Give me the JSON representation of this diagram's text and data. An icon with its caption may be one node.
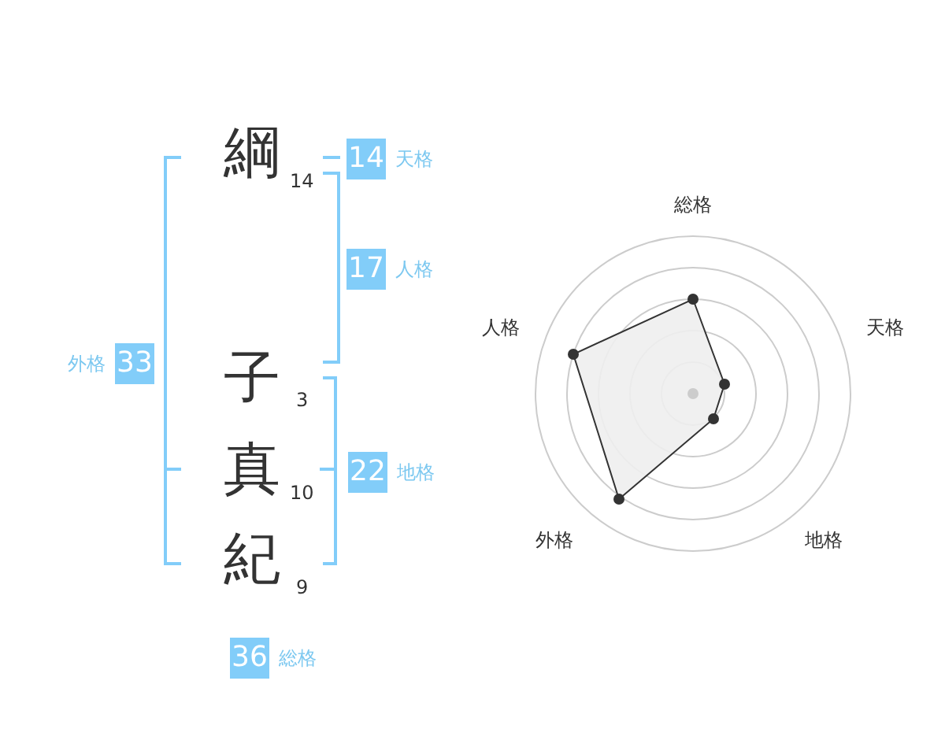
{
  "diagram": {
    "nodes": [
      {
        "text": [
          "14"
        ],
        "beside": [
          "天格"
        ]
      },
      {
        "text": [
          "17"
        ],
        "beside": [
          "人格"
        ]
      },
      {
        "text": [
          "33"
        ],
        "beside": [
          "外格"
        ]
      },
      {
        "text": [
          "22"
        ],
        "beside": [
          "地格"
        ]
      },
      {
        "text": [
          "36"
        ],
        "beside": [
          "総格"
        ]
      }
    ],
    "edges": [],
    "labels": [
      "綱",
      "14",
      "子",
      "3",
      "真",
      "10",
      "紀",
      "9",
      "総格",
      "人格",
      "天格",
      "外格",
      "地格"
    ]
  }
}
